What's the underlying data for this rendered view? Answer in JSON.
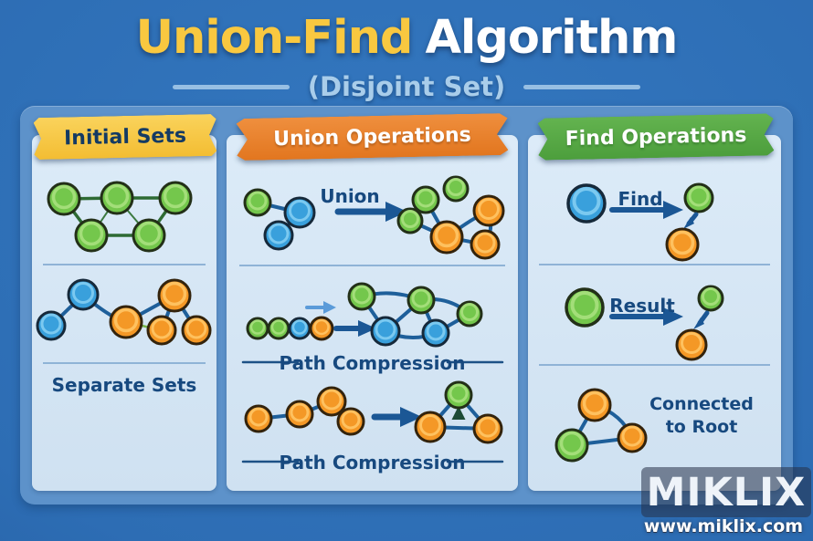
{
  "header": {
    "title_accent": "Union-Find",
    "title_rest": "Algorithm",
    "subtitle": "(Disjoint Set)"
  },
  "panels": {
    "initial": {
      "banner": "Initial Sets",
      "caption": "Separate Sets",
      "graphs": [
        "green-connected-graph",
        "blue-orange-separate-graph"
      ]
    },
    "union": {
      "banner": "Union Operations",
      "op_label": "Union",
      "path_label_1": "Path Compression",
      "path_label_2": "Path Compression"
    },
    "find": {
      "banner": "Find Operations",
      "find_label": "Find",
      "result_label": "Result",
      "root_label": "Connected to Root"
    }
  },
  "watermark": {
    "brand": "MIKLIX",
    "url": "www.miklix.com"
  },
  "colors": {
    "background": "#2e6db4",
    "board": "#5d92ca",
    "panel": "#d6e6f4",
    "banner_yellow": "#f7c63f",
    "banner_orange": "#e8802f",
    "banner_green": "#55a946",
    "node_green": "#74c74c",
    "node_blue": "#39a0dc",
    "node_orange": "#f49826",
    "edge_blue": "#1e5f9a",
    "edge_green": "#2d6a33",
    "text_navy": "#17497f",
    "title_yellow": "#f9c840",
    "subtitle_blue": "#a9cdea"
  }
}
